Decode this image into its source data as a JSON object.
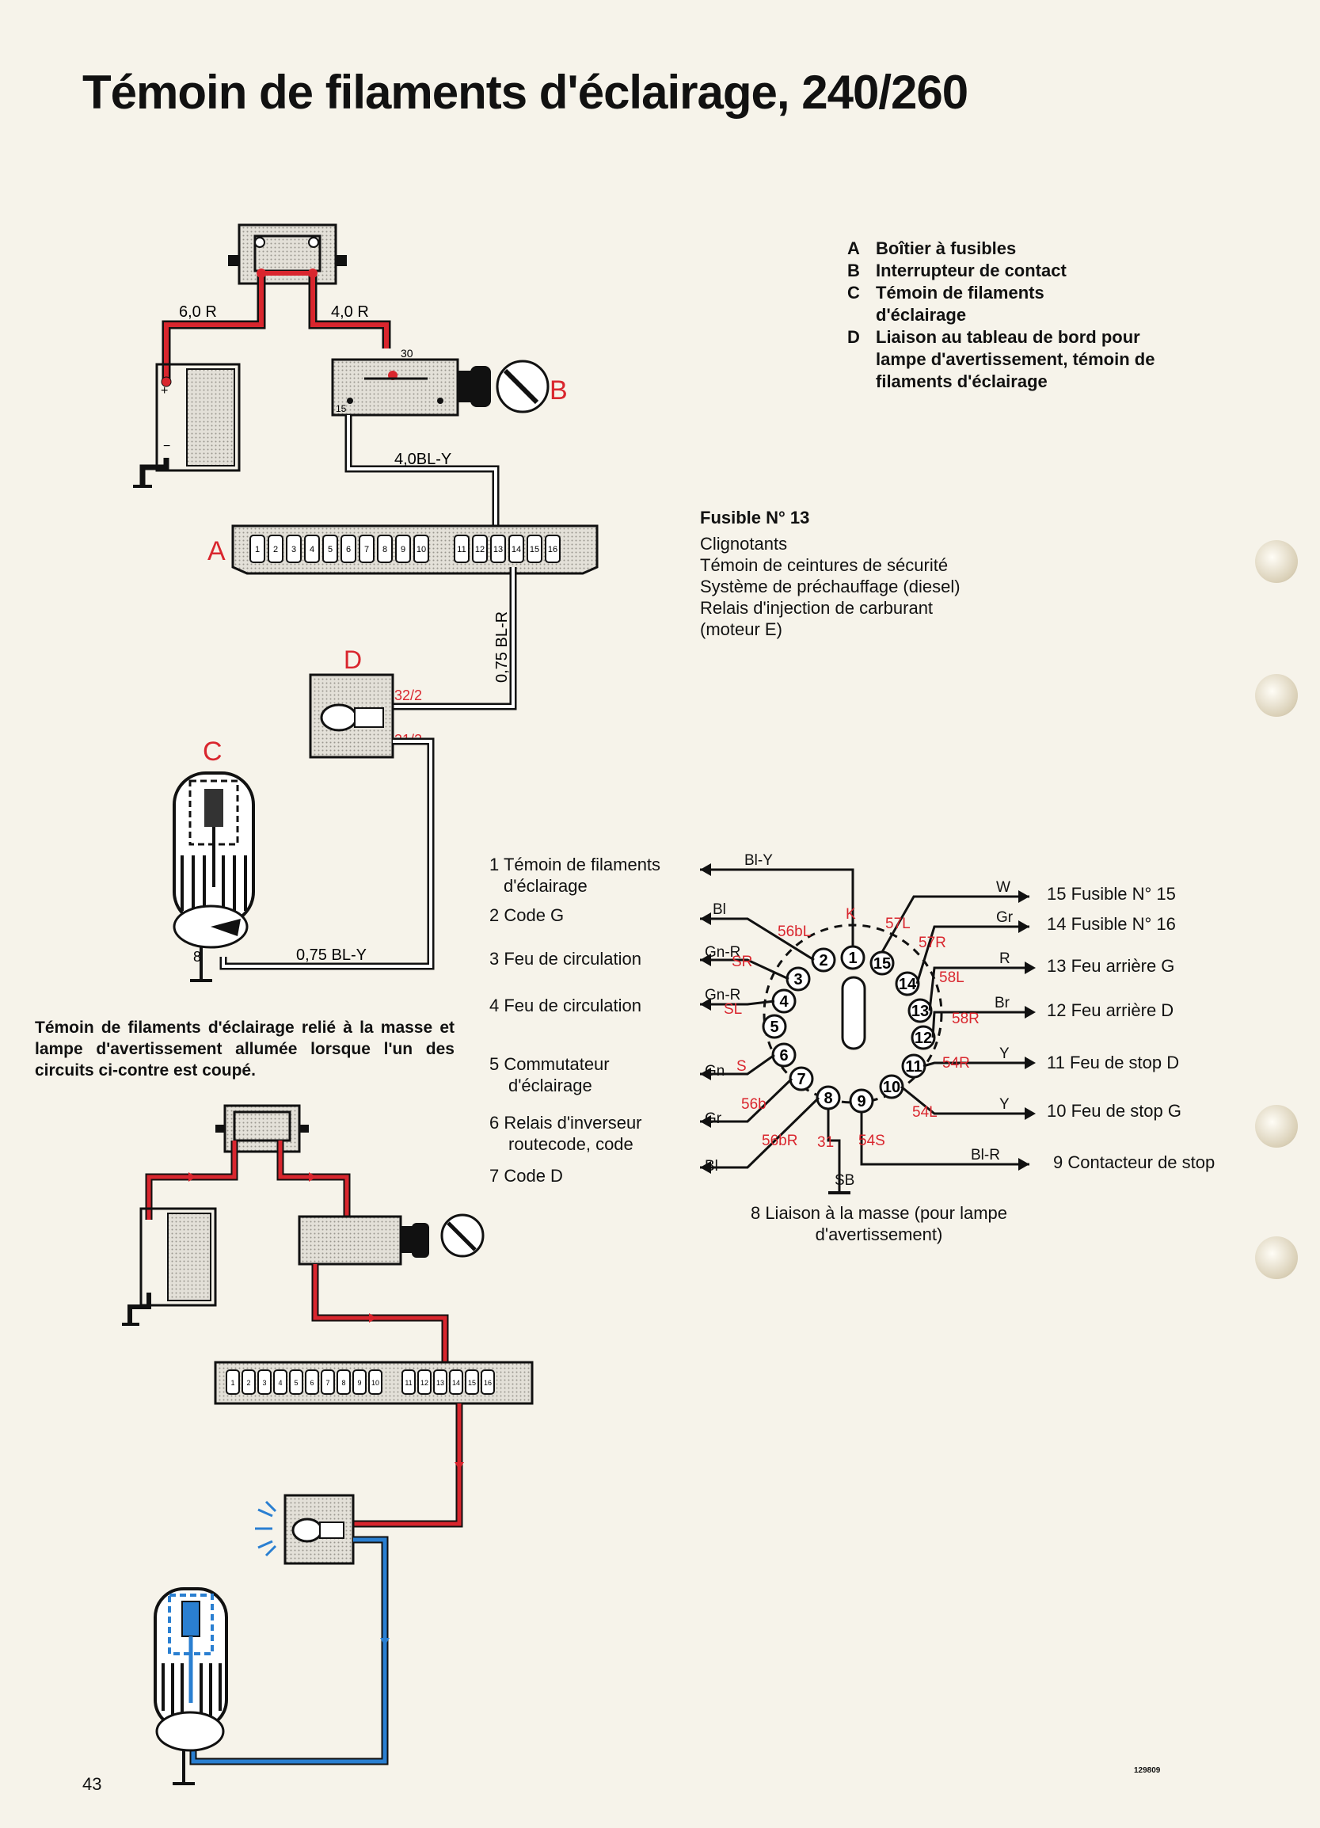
{
  "title": "Témoin de filaments d'éclairage, 240/260",
  "legend": [
    {
      "key": "A",
      "text": "Boîtier à fusibles"
    },
    {
      "key": "B",
      "text": "Interrupteur de contact"
    },
    {
      "key": "C",
      "text": "Témoin de filaments d'éclairage"
    },
    {
      "key": "D",
      "text": "Liaison au tableau de bord pour lampe d'avertissement, témoin de filaments d'éclairage"
    }
  ],
  "fuse_box": {
    "heading": "Fusible N° 13",
    "items": [
      "Clignotants",
      "Témoin de ceintures de sécurité",
      "Système de préchauffage (diesel)",
      "Relais d'injection de carburant",
      "(moteur E)"
    ]
  },
  "description": "Témoin de filaments d'éclairage relié à la masse et lampe d'avertissement allumée lorsque l'un des circuits ci-contre est coupé.",
  "diagram_labels": {
    "A": "A",
    "B": "B",
    "C": "C",
    "D": "D",
    "wire_60r": "6,0 R",
    "wire_40r": "4,0 R",
    "term30": "30",
    "term15": "15",
    "wire_40bly": "4,0BL-Y",
    "wire_075blr": "0,75 BL-R",
    "wire_075bly": "0,75 BL-Y",
    "term322": "32/2",
    "term312": "31/2",
    "ground8": "8"
  },
  "fuse_numbers": [
    "1",
    "2",
    "3",
    "4",
    "5",
    "6",
    "7",
    "8",
    "9",
    "10",
    "11",
    "12",
    "13",
    "14",
    "15",
    "16"
  ],
  "pins_left": [
    {
      "num_label": "1 Témoin de filaments",
      "sub": "d'éclairage"
    },
    {
      "num_label": "2 Code G",
      "sub": ""
    },
    {
      "num_label": "3 Feu de circulation",
      "sub": ""
    },
    {
      "num_label": "4 Feu de circulation",
      "sub": ""
    },
    {
      "num_label": "5 Commutateur",
      "sub": "d'éclairage"
    },
    {
      "num_label": "6 Relais d'inverseur",
      "sub": "routecode, code"
    },
    {
      "num_label": "7 Code D",
      "sub": ""
    }
  ],
  "pins_right": [
    "15 Fusible N° 15",
    "14 Fusible N° 16",
    "13 Feu arrière G",
    "12 Feu arrière D",
    "11 Feu de stop D",
    "10 Feu de stop G",
    "9 Contacteur de stop"
  ],
  "pin_bottom": "8 Liaison à la masse (pour lampe d'avertissement)",
  "connector": {
    "wire_colors_left": [
      "Bl-Y",
      "Bl",
      "Gn-R",
      "Gn-R",
      "Gn",
      "Gr",
      "Bl"
    ],
    "wire_colors_right": [
      "W",
      "Gr",
      "R",
      "Br",
      "Y",
      "Y",
      "Bl-R"
    ],
    "terminals": [
      "K",
      "56bL",
      "57L",
      "57R",
      "SR",
      "58L",
      "SL",
      "58R",
      "S",
      "54R",
      "56b",
      "54L",
      "56bR",
      "31",
      "54S",
      "SB"
    ],
    "circle_numbers": [
      "1",
      "2",
      "3",
      "4",
      "5",
      "6",
      "7",
      "8",
      "9",
      "10",
      "11",
      "12",
      "13",
      "14",
      "15"
    ]
  },
  "page_number": "43",
  "ref_number": "129809",
  "colors": {
    "red": "#d9262e",
    "blue": "#2a7fd1",
    "ink": "#111111",
    "paper": "#f6f3ea"
  }
}
